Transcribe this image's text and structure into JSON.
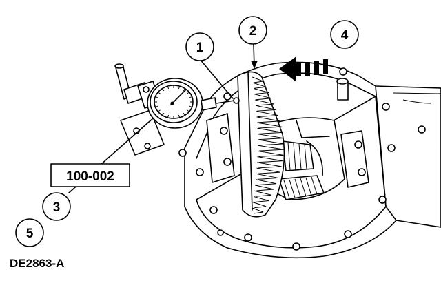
{
  "callouts": [
    "1",
    "2",
    "3",
    "4",
    "5"
  ],
  "tool_number": "100-002",
  "figure_id": "DE2863-A",
  "icons": {
    "dial_indicator": "dial-indicator-icon",
    "direction_arrow": "direction-arrow-icon",
    "ring_gear": "ring-gear-icon",
    "housing": "differential-housing-icon"
  }
}
